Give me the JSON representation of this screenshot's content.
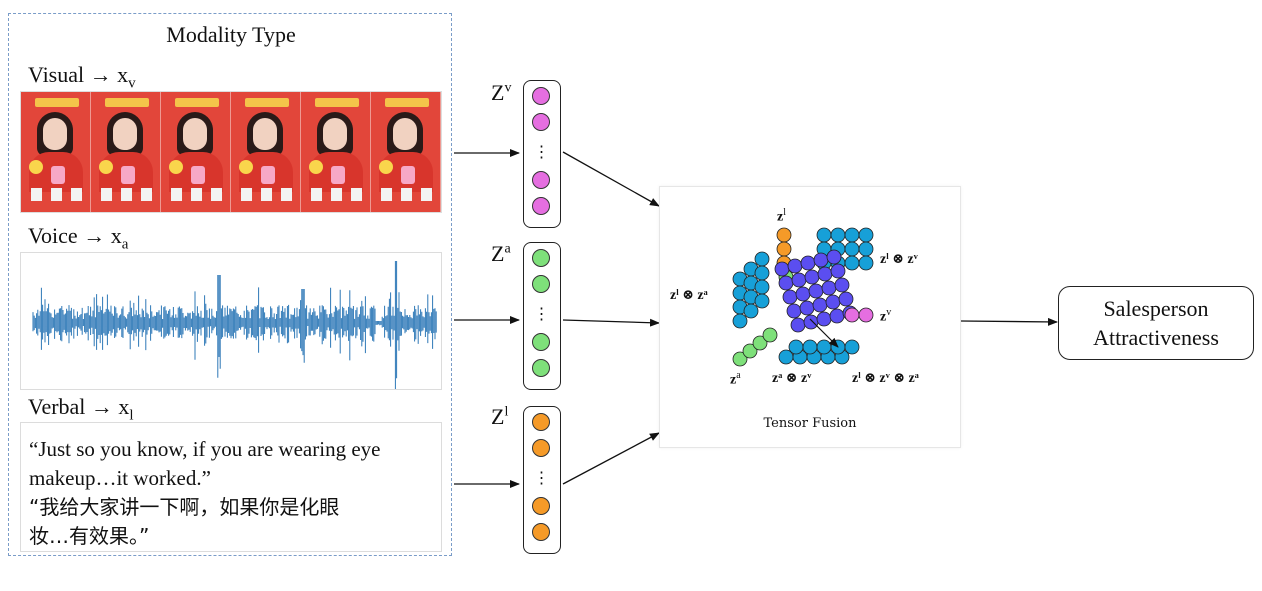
{
  "modality_box": {
    "title": "Modality Type",
    "visual": {
      "label": "Visual → x",
      "sub": "v"
    },
    "voice": {
      "label": "Voice → x",
      "sub": "a"
    },
    "verbal": {
      "label": "Verbal → x",
      "sub": "l",
      "text_en_1": "“Just so you know, if you are wearing eye",
      "text_en_2": "makeup…it worked.”",
      "text_zh_1": "“我给大家讲一下啊，如果你是化眼",
      "text_zh_2": "妆…有效果。”"
    }
  },
  "vectors": [
    {
      "label": "Z",
      "sup": "v",
      "color": "#e56ee0",
      "dots": "⋮"
    },
    {
      "label": "Z",
      "sup": "a",
      "color": "#7ee07a",
      "dots": "⋮"
    },
    {
      "label": "Z",
      "sup": "l",
      "color": "#f59a28",
      "dots": "⋮"
    }
  ],
  "fusion": {
    "caption": "Tensor Fusion",
    "labels": {
      "zl": "z",
      "zl_sup": "l",
      "zv": "z",
      "zv_sup": "v",
      "za": "z",
      "za_sup": "a",
      "zl_zv": "zˡ ⊗ zᵛ",
      "zl_za": "zˡ ⊗ zᵃ",
      "za_zv": "zᵃ ⊗ zᵛ",
      "zl_zv_za": "zˡ ⊗ zᵛ ⊗ zᵃ"
    },
    "colors": {
      "blue": "#17a0d8",
      "purple": "#5b4ef0",
      "green": "#7ee07a",
      "orange": "#f59a28",
      "pink": "#e56ee0"
    }
  },
  "output": {
    "line1": "Salesperson",
    "line2": "Attractiveness"
  }
}
